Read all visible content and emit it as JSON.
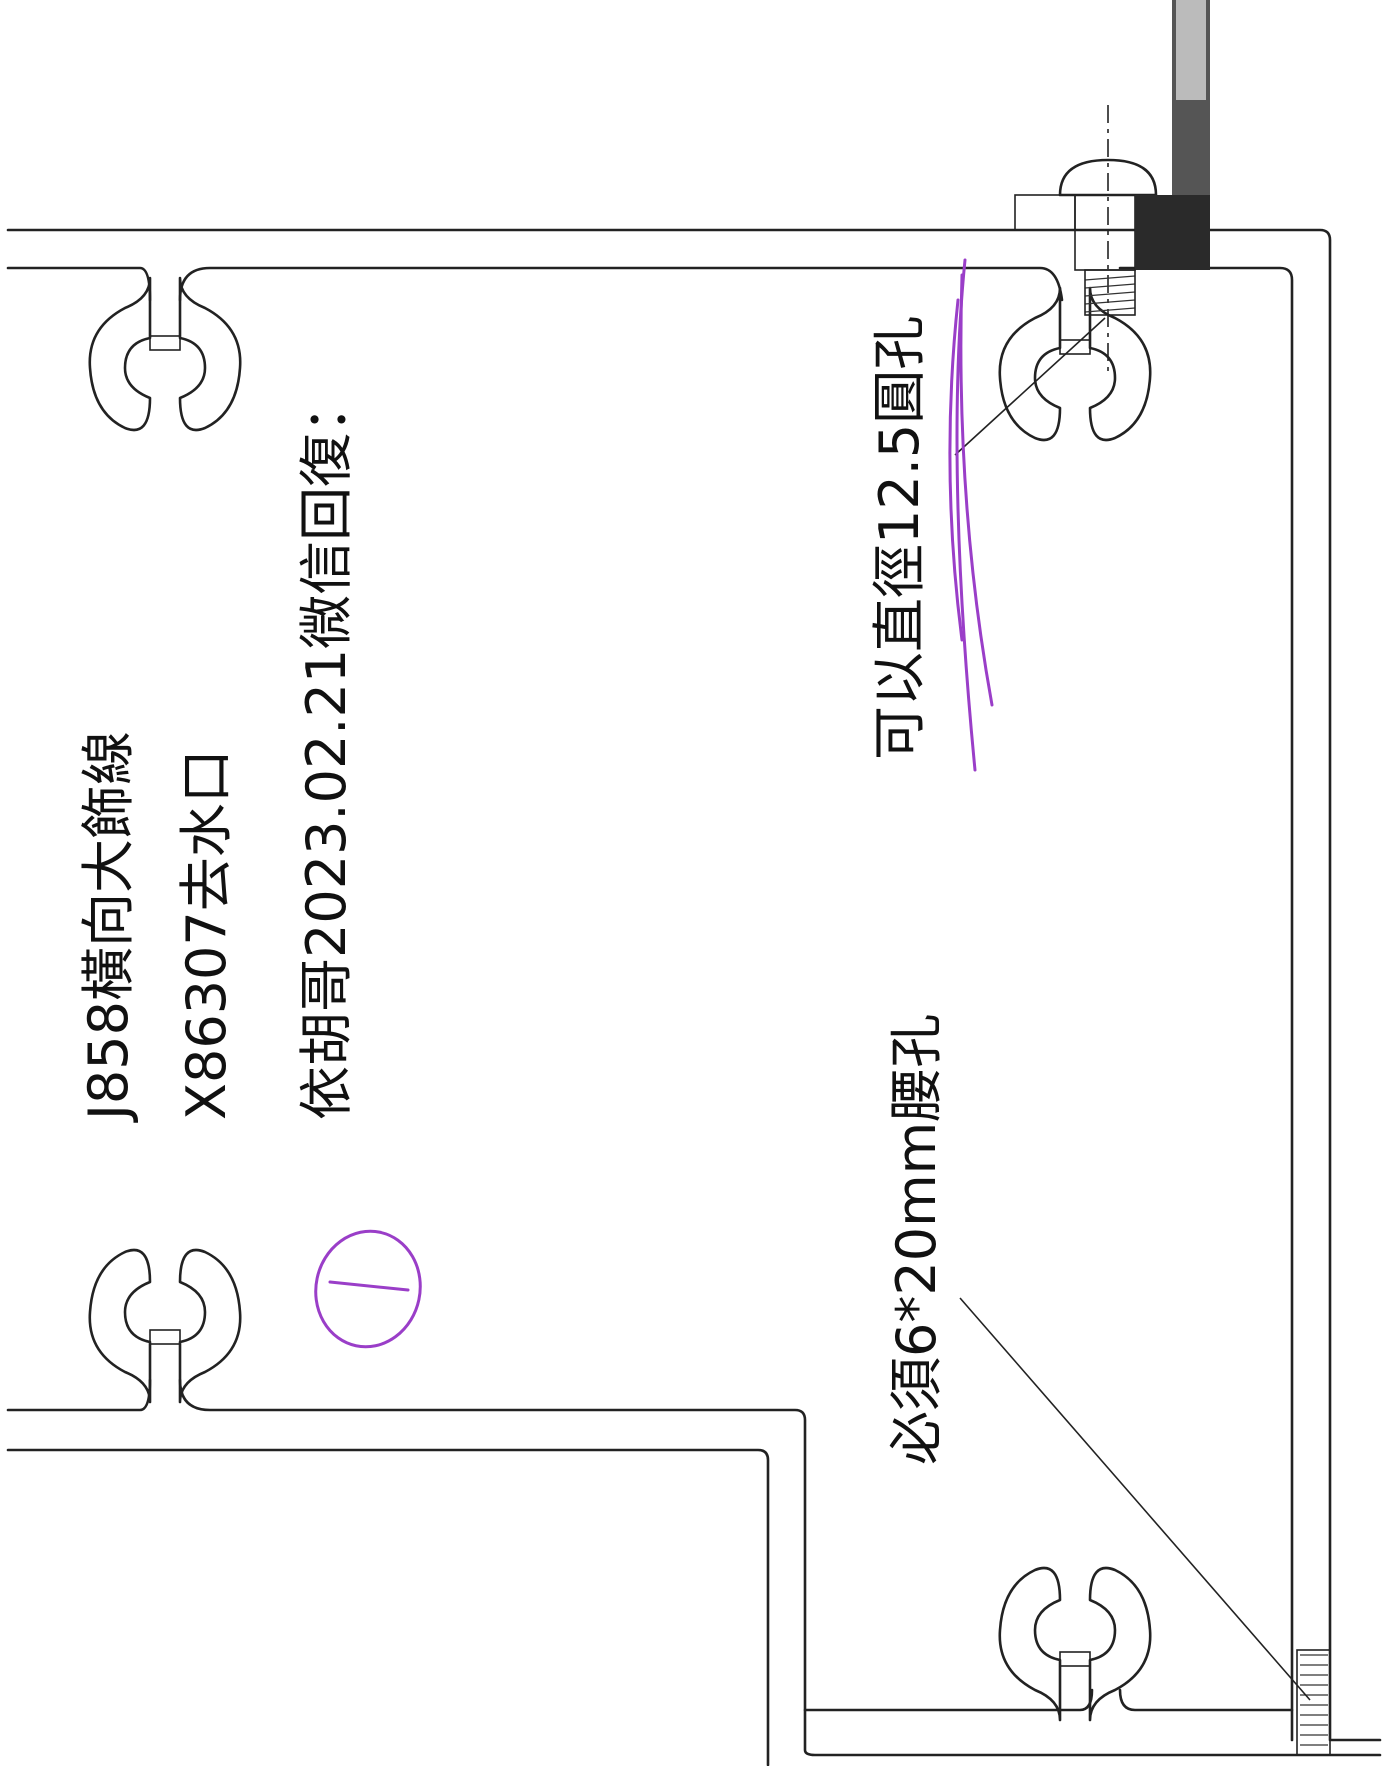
{
  "title_lines": {
    "line1": "J858橫向大飾線",
    "line2": "X86307去水口",
    "line3": "依胡哥2023.02.21微信回復："
  },
  "annotations": {
    "round_hole": "可以直徑12.5圓孔",
    "slot_hole": "必須6*20mm腰孔"
  },
  "handwritten_mark": "1",
  "colors": {
    "line": "#222222",
    "pen": "#9a3ec8",
    "background": "#ffffff"
  }
}
